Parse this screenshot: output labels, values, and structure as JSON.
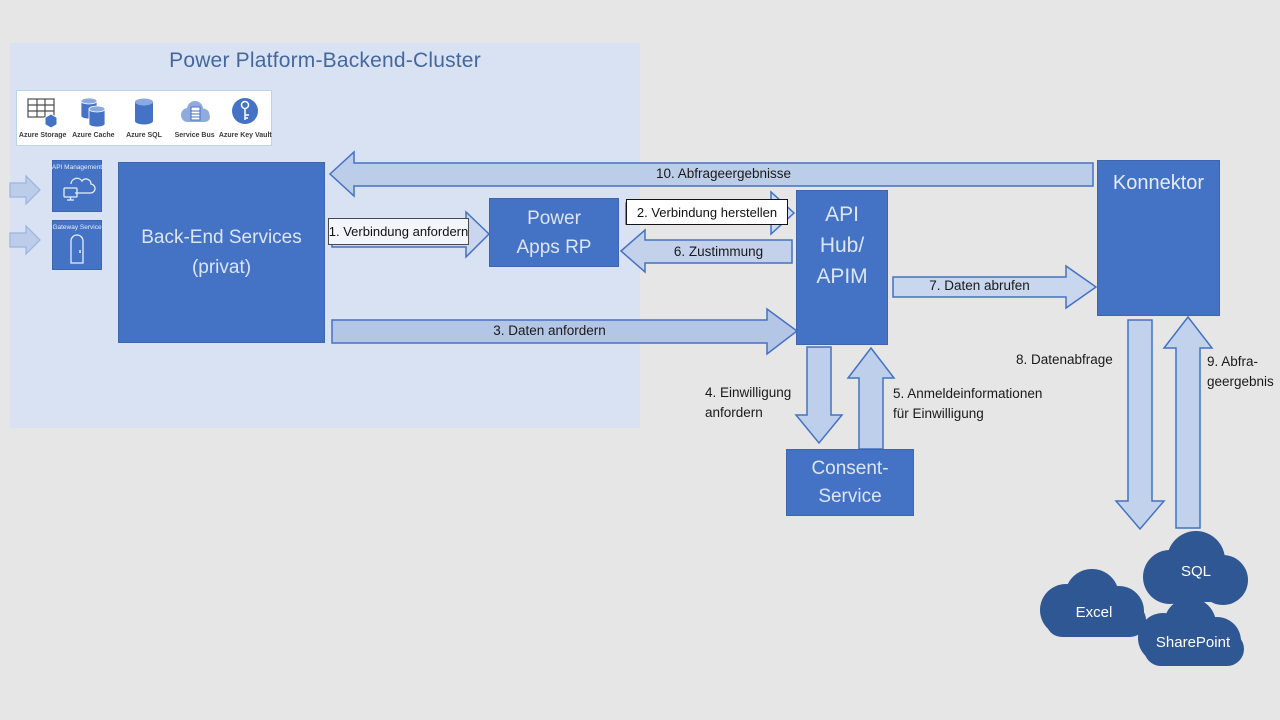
{
  "title": "Power Platform-Backend-Cluster",
  "azure_services": [
    {
      "label": "Azure Storage",
      "icon": "table-storage-icon"
    },
    {
      "label": "Azure Cache",
      "icon": "cache-cylinders-icon"
    },
    {
      "label": "Azure SQL",
      "icon": "sql-cylinder-icon"
    },
    {
      "label": "Service Bus",
      "icon": "service-bus-cloud-icon"
    },
    {
      "label": "Azure Key Vault",
      "icon": "key-vault-icon"
    }
  ],
  "nodes": {
    "api_management": {
      "label": "API Management",
      "icon": "cloud-monitor-icon"
    },
    "gateway_service": {
      "label": "Gateway Service",
      "icon": "door-icon"
    },
    "backend": {
      "lines": [
        "Back-End Services",
        "(privat)"
      ]
    },
    "power_apps_rp": {
      "lines": [
        "Power",
        "Apps RP"
      ]
    },
    "api_hub": {
      "lines": [
        "API",
        "Hub/",
        "APIM"
      ]
    },
    "konnektor": {
      "label": "Konnektor"
    },
    "consent_service": {
      "lines": [
        "Consent-",
        "Service"
      ]
    }
  },
  "arrows": {
    "a1": {
      "label": "1. Verbindung anfordern",
      "direction": "right"
    },
    "a2": {
      "label": "2. Verbindung herstellen",
      "direction": "right"
    },
    "a3": {
      "label": "3. Daten anfordern",
      "direction": "right"
    },
    "a4": {
      "lines": [
        "4. Einwilligung",
        "anfordern"
      ],
      "direction": "down"
    },
    "a5": {
      "lines": [
        "5. Anmeldeinformationen",
        "für Einwilligung"
      ],
      "direction": "up"
    },
    "a6": {
      "label": "6. Zustimmung",
      "direction": "left"
    },
    "a7": {
      "label": "7. Daten abrufen",
      "direction": "right"
    },
    "a8": {
      "label": "8. Datenabfrage",
      "direction": "down"
    },
    "a9": {
      "lines": [
        "9. Abfra-",
        "geergebnis"
      ],
      "direction": "up"
    },
    "a10": {
      "label": "10. Abfrageergebnisse",
      "direction": "left"
    }
  },
  "clouds": [
    {
      "label": "SQL"
    },
    {
      "label": "Excel"
    },
    {
      "label": "SharePoint"
    }
  ],
  "colors": {
    "background": "#E7E6E6",
    "panel": "#D9E2F3",
    "accent": "#4472C4",
    "cloud": "#2E5794",
    "arrow_fill": "#BCCDE9",
    "arrow_stroke": "#4472C4",
    "title_text": "#44689E",
    "box_text": "#DCE5F4",
    "label_text": "#1A1A1A"
  }
}
